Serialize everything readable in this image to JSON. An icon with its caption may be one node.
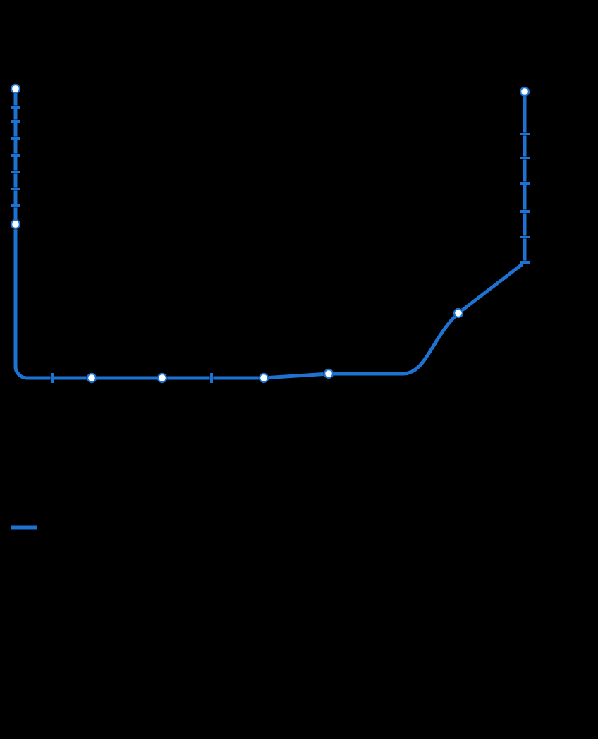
{
  "diagram": {
    "nodes": [
      {
        "text": [],
        "shape": "circle"
      },
      {
        "text": [],
        "shape": "bar"
      },
      {
        "text": [],
        "shape": "bar"
      },
      {
        "text": [],
        "shape": "bar"
      },
      {
        "text": [],
        "shape": "bar"
      },
      {
        "text": [],
        "shape": "bar"
      },
      {
        "text": [],
        "shape": "bar"
      },
      {
        "text": [],
        "shape": "bar"
      },
      {
        "text": [],
        "shape": "circle"
      },
      {
        "text": [],
        "shape": "bar"
      },
      {
        "text": [],
        "shape": "circle"
      },
      {
        "text": [],
        "shape": "circle"
      },
      {
        "text": [],
        "shape": "bar"
      },
      {
        "text": [],
        "shape": "circle"
      },
      {
        "text": [],
        "shape": "circle"
      },
      {
        "text": [],
        "shape": "circle"
      },
      {
        "text": [],
        "shape": "bar"
      },
      {
        "text": [],
        "shape": "bar"
      },
      {
        "text": [],
        "shape": "bar"
      },
      {
        "text": [],
        "shape": "bar"
      },
      {
        "text": [],
        "shape": "bar"
      },
      {
        "text": [],
        "shape": "bar"
      },
      {
        "text": [],
        "shape": "circle"
      }
    ],
    "edges": [
      {
        "from": 0,
        "to": 1,
        "arrow": "none"
      },
      {
        "from": 1,
        "to": 2,
        "arrow": "none"
      },
      {
        "from": 2,
        "to": 3,
        "arrow": "none"
      },
      {
        "from": 3,
        "to": 4,
        "arrow": "none"
      },
      {
        "from": 4,
        "to": 5,
        "arrow": "none"
      },
      {
        "from": 5,
        "to": 6,
        "arrow": "none"
      },
      {
        "from": 6,
        "to": 7,
        "arrow": "none"
      },
      {
        "from": 7,
        "to": 8,
        "arrow": "none"
      },
      {
        "from": 8,
        "to": 9,
        "arrow": "none"
      },
      {
        "from": 9,
        "to": 10,
        "arrow": "none"
      },
      {
        "from": 10,
        "to": 11,
        "arrow": "none"
      },
      {
        "from": 11,
        "to": 12,
        "arrow": "none"
      },
      {
        "from": 12,
        "to": 13,
        "arrow": "none"
      },
      {
        "from": 13,
        "to": 14,
        "arrow": "none"
      },
      {
        "from": 14,
        "to": 15,
        "arrow": "none"
      },
      {
        "from": 15,
        "to": 16,
        "arrow": "none"
      },
      {
        "from": 16,
        "to": 17,
        "arrow": "none"
      },
      {
        "from": 17,
        "to": 18,
        "arrow": "none"
      },
      {
        "from": 18,
        "to": 19,
        "arrow": "none"
      },
      {
        "from": 19,
        "to": 20,
        "arrow": "none"
      },
      {
        "from": 20,
        "to": 21,
        "arrow": "none"
      },
      {
        "from": 21,
        "to": 22,
        "arrow": "none"
      }
    ]
  }
}
